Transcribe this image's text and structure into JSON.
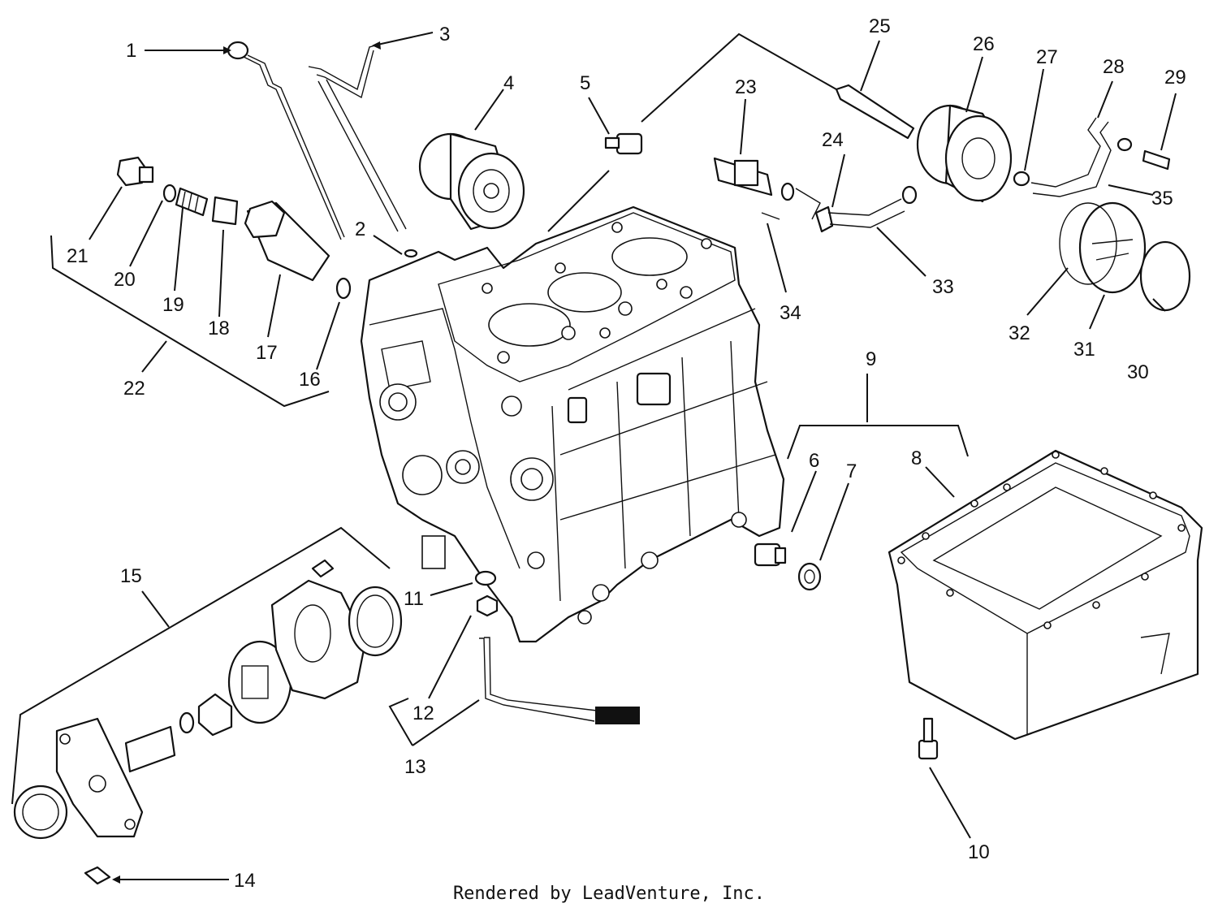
{
  "callouts": {
    "c1": "1",
    "c2": "2",
    "c3": "3",
    "c4": "4",
    "c5": "5",
    "c6": "6",
    "c7": "7",
    "c8": "8",
    "c9": "9",
    "c10": "10",
    "c11": "11",
    "c12": "12",
    "c13": "13",
    "c14": "14",
    "c15": "15",
    "c16": "16",
    "c17": "17",
    "c18": "18",
    "c19": "19",
    "c20": "20",
    "c21": "21",
    "c22": "22",
    "c23": "23",
    "c24": "24",
    "c25": "25",
    "c26": "26",
    "c27": "27",
    "c28": "28",
    "c29": "29",
    "c30": "30",
    "c31": "31",
    "c32": "32",
    "c33": "33",
    "c34": "34",
    "c35": "35"
  },
  "footer": "Rendered by LeadVenture, Inc."
}
